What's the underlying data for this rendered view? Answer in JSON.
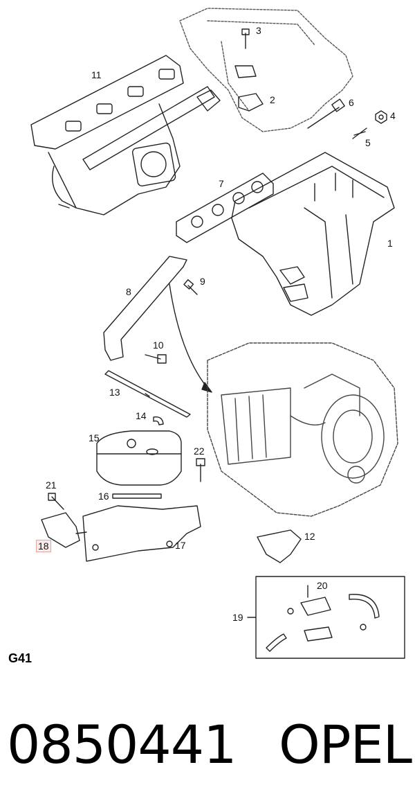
{
  "callouts": [
    "1",
    "2",
    "3",
    "4",
    "5",
    "6",
    "7",
    "8",
    "9",
    "10",
    "11",
    "12",
    "13",
    "14",
    "15",
    "16",
    "17",
    "18",
    "19",
    "20",
    "21",
    "22"
  ],
  "code": "G41",
  "part_number": "0850441",
  "brand": "OPEL",
  "highlighted_callout": "18"
}
